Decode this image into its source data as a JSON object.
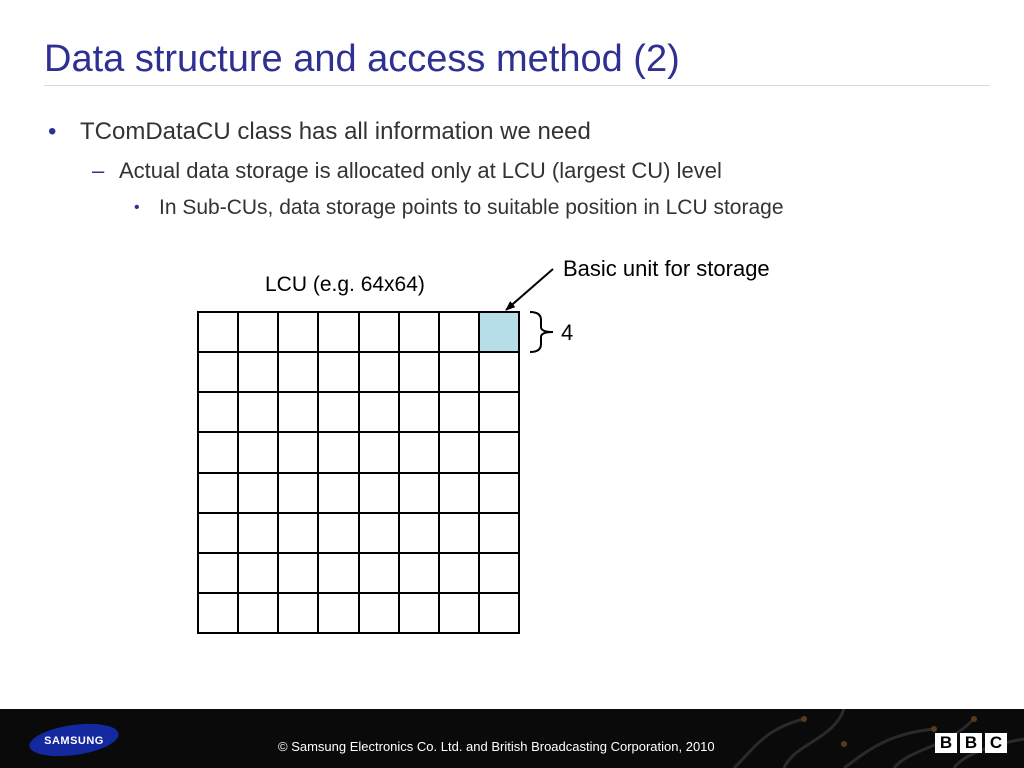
{
  "slide": {
    "title": "Data structure and access method (2)",
    "bullets": {
      "level1": "TComDataCU class has all information we need",
      "level2": "Actual data storage is allocated only at LCU (largest CU) level",
      "level3": "In Sub-CUs, data storage points to suitable position in LCU storage"
    },
    "markers": {
      "level1": "•",
      "level2": "–",
      "level3": "•"
    }
  },
  "diagram": {
    "lcu_label": "LCU (e.g. 64x64)",
    "unit_label": "Basic unit for storage",
    "unit_size_label": "4",
    "grid_rows": 8,
    "grid_cols": 8,
    "highlight_cell": {
      "row": 0,
      "col": 7
    },
    "highlight_color": "#b7dde8"
  },
  "footer": {
    "samsung_logo_text": "SAMSUNG",
    "copyright": "© Samsung Electronics Co. Ltd. and British Broadcasting Corporation, 2010",
    "bbc_letters": [
      "B",
      "B",
      "C"
    ]
  },
  "colors": {
    "title": "#2e3192",
    "text": "#333333",
    "footer_bg": "#0a0a0a",
    "samsung_blue": "#1428a0"
  }
}
